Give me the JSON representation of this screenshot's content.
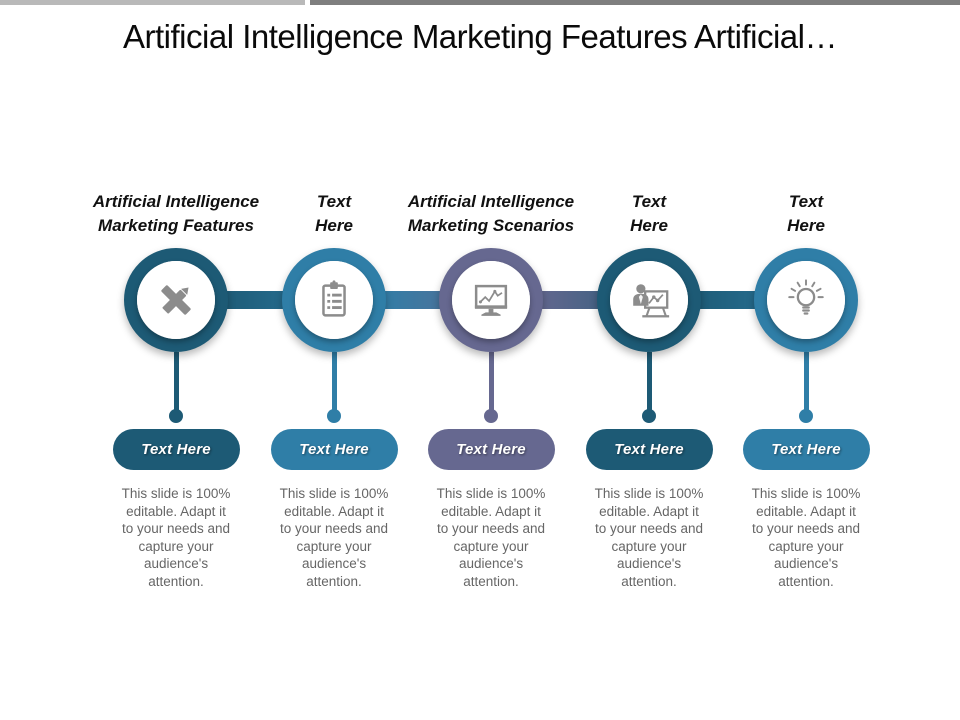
{
  "slide": {
    "title": "Artificial Intelligence Marketing Features Artificial…"
  },
  "shared": {
    "description": [
      "This slide is 100%",
      "editable. Adapt it",
      "to your needs and",
      "capture your",
      "audience's",
      "attention."
    ]
  },
  "palette": {
    "teal": "#1d5a75",
    "blue": "#2f7ea7",
    "purple": "#666890",
    "icon_gray": "#8c8c8c",
    "description_text": "#666666",
    "title_text": "#0a0a0a",
    "topbar_left": "#b9b9b9",
    "topbar_right": "#7f7f7f"
  },
  "columns": [
    {
      "label": [
        "Artificial Intelligence",
        "Marketing Features"
      ],
      "icon": "pencil-ruler-icon",
      "color": "#1d5a75",
      "pill_label": "Text Here"
    },
    {
      "label": [
        "Text",
        "Here"
      ],
      "icon": "clipboard-checklist-icon",
      "color": "#2f7ea7",
      "pill_label": "Text Here"
    },
    {
      "label": [
        "Artificial Intelligence",
        "Marketing Scenarios"
      ],
      "icon": "monitor-chart-icon",
      "color": "#666890",
      "pill_label": "Text Here"
    },
    {
      "label": [
        "Text",
        "Here"
      ],
      "icon": "presenter-chart-icon",
      "color": "#1d5a75",
      "pill_label": "Text Here"
    },
    {
      "label": [
        "Text",
        "Here"
      ],
      "icon": "lightbulb-icon",
      "color": "#2f7ea7",
      "pill_label": "Text Here"
    }
  ]
}
